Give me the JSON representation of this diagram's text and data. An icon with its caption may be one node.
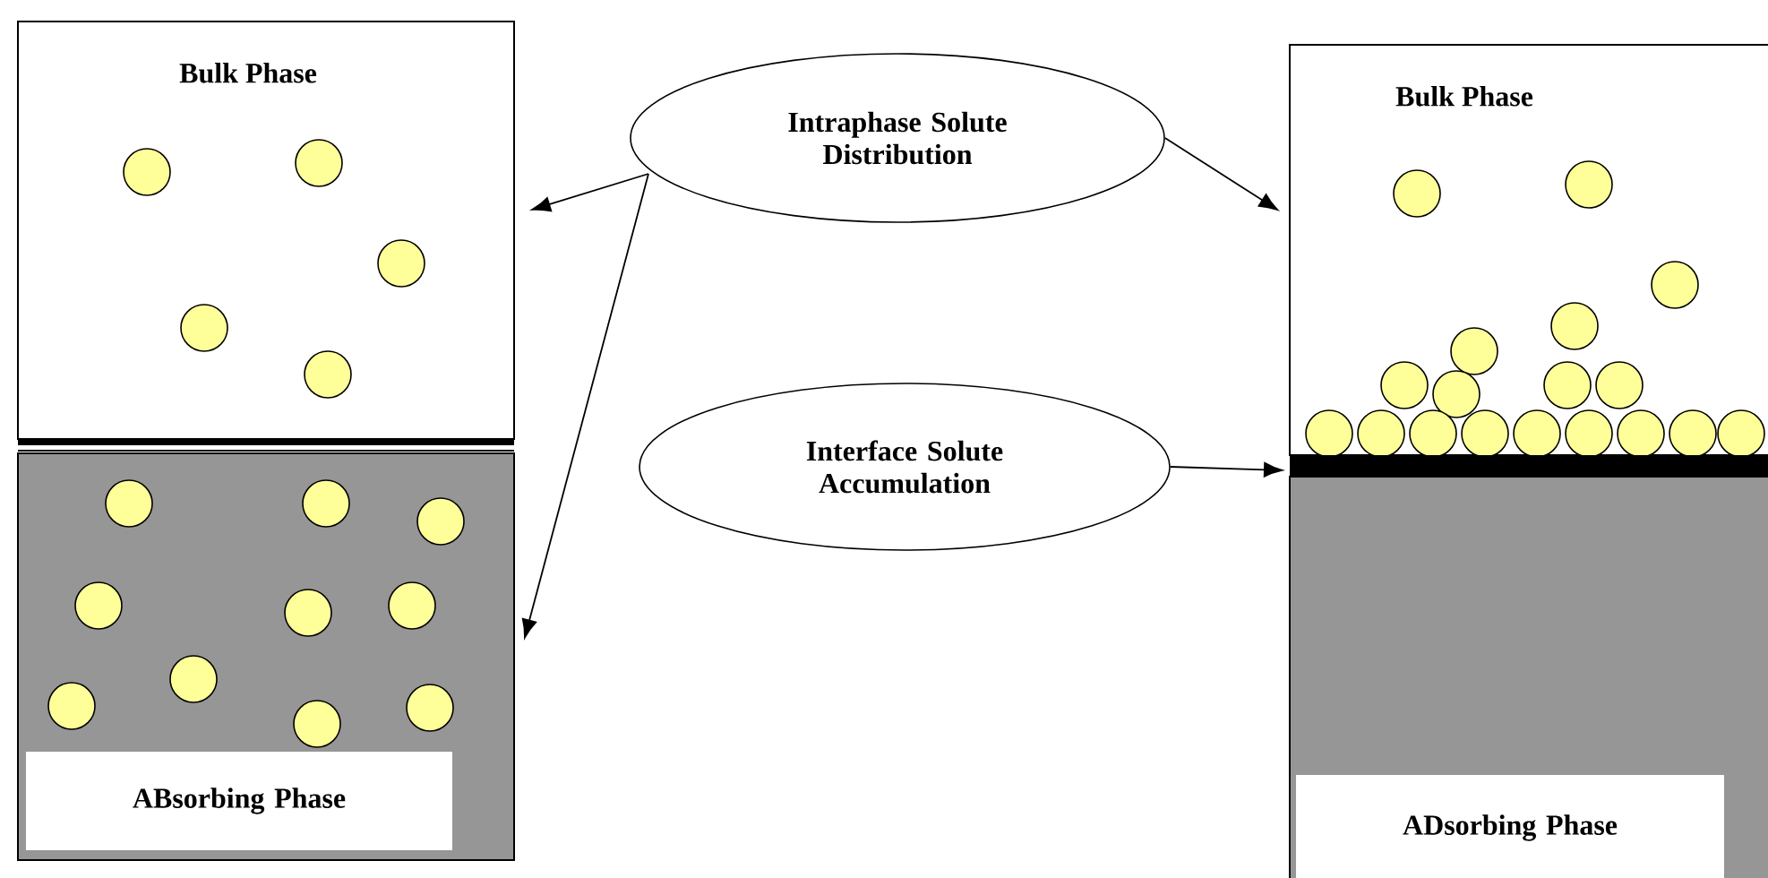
{
  "diagram": {
    "nodes": [
      {
        "text": [
          "Bulk Phase"
        ]
      },
      {
        "text": [],
        "shape": "box"
      },
      {
        "text": [
          "ABsorbing Phase"
        ],
        "in": 1
      },
      {
        "text": [
          "Intraphase Solute Distribution"
        ]
      },
      {
        "text": [
          "Interface Solute Accumulation"
        ]
      },
      {
        "text": [
          "Bulk Phase"
        ]
      },
      {
        "text": [],
        "shape": "box"
      },
      {
        "text": [
          "ADsorbing Phase"
        ],
        "in": 6
      }
    ],
    "edges": [
      {
        "from": 3,
        "to": 0,
        "arrow": "to"
      },
      {
        "from": 3,
        "to": 1,
        "arrow": "to"
      },
      {
        "from": 3,
        "to": 5,
        "arrow": "to"
      },
      {
        "from": 4,
        "to": 6,
        "arrow": "to"
      }
    ]
  }
}
